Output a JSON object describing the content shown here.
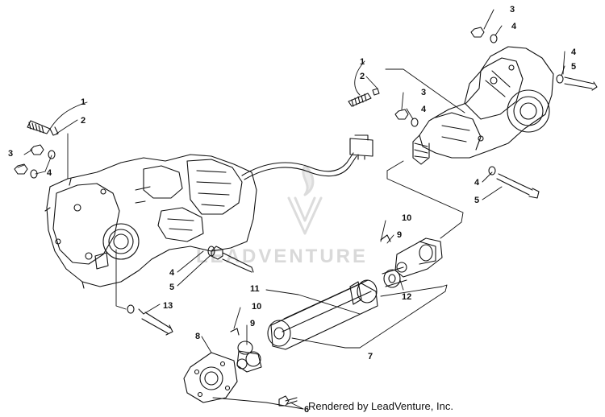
{
  "credit": "Rendered by LeadVenture, Inc.",
  "watermark": {
    "text": "LEADVENTURE",
    "color": "#d9d9d9",
    "logo": "flame-v-logo"
  },
  "line_color": "#111111",
  "callouts": {
    "c1_left": "1",
    "c2_left": "2",
    "c3_left": "3",
    "c4_left": "4",
    "c4_mid": "4",
    "c5_mid": "5",
    "c13": "13",
    "c1_right": "1",
    "c2_right": "2",
    "c3_top": "3",
    "c4_top": "4",
    "c4_topright": "4",
    "c5_topright": "5",
    "c3_right": "3",
    "c4_right": "4",
    "c4_lowright": "4",
    "c5_lowright": "5",
    "c10_upper": "10",
    "c9_upper": "9",
    "c12": "12",
    "c11": "11",
    "c10_lower": "10",
    "c9_lower": "9",
    "c8": "8",
    "c7": "7",
    "c6": "6"
  }
}
